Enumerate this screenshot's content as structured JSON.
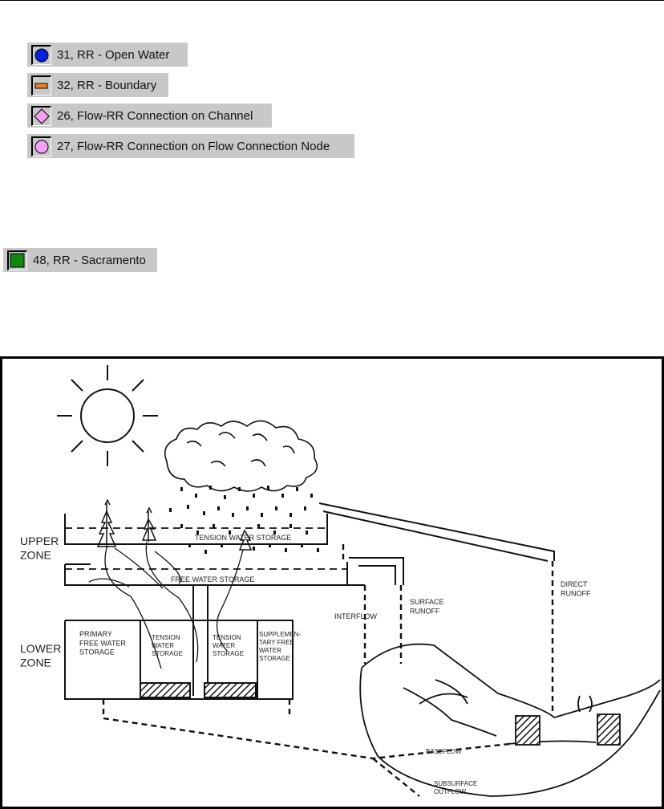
{
  "legend": [
    {
      "label": "31, RR - Open Water",
      "icon": "circle-icon",
      "color": "#0022dd"
    },
    {
      "label": "32, RR - Boundary",
      "icon": "bar-icon",
      "color": "#f08020"
    },
    {
      "label": "26, Flow-RR Connection on Channel",
      "icon": "diamond-icon",
      "color": "#f4a0f4"
    },
    {
      "label": "27, Flow-RR Connection on Flow Connection Node",
      "icon": "circle-icon",
      "color": "#f4a0f4"
    }
  ],
  "sacramento": {
    "label": "48, RR - Sacramento",
    "icon": "square-icon",
    "color": "#108810"
  },
  "figure": {
    "upper_zone": "UPPER\nZONE",
    "lower_zone": "LOWER\nZONE",
    "tension_water_storage": "TENSION WATER STORAGE",
    "free_water_storage": "FREE WATER STORAGE",
    "primary": "PRIMARY\nFREE WATER\nSTORAGE",
    "tension_left": "TENSION\nWATER\nSTORAGE",
    "tension_right": "TENSION\nWATER\nSTORAGE",
    "supplementary": "SUPPLEMEN-\nTARY FREE\nWATER\nSTORAGE",
    "interflow": "INTERFLOW",
    "surface_runoff": "SURFACE\nRUNOFF",
    "direct_runoff": "DIRECT\nRUNOFF",
    "baseflow": "BASEFLOW",
    "subsurface_outflow": "SUBSURFACE\nOUTFLOW"
  }
}
